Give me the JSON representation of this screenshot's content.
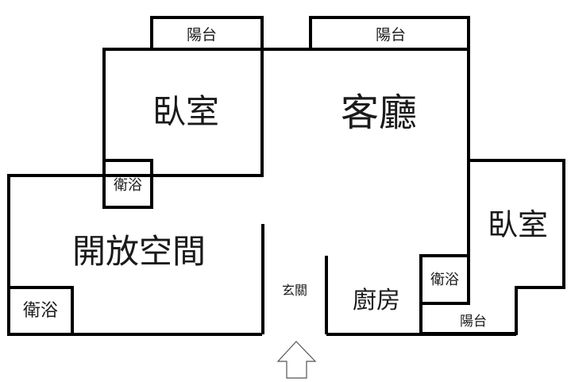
{
  "floorplan": {
    "rooms": {
      "bedroom_top": "臥室",
      "living_room": "客廳",
      "bedroom_right": "臥室",
      "open_space": "開放空間",
      "entrance": "玄關",
      "kitchen": "廚房"
    },
    "bathrooms": {
      "upper": "衛浴",
      "lower_left": "衛浴",
      "right": "衛浴"
    },
    "balconies": {
      "top_left": "陽台",
      "top_right": "陽台",
      "bottom_right": "陽台"
    },
    "entry_icon": "up-arrow-icon"
  }
}
